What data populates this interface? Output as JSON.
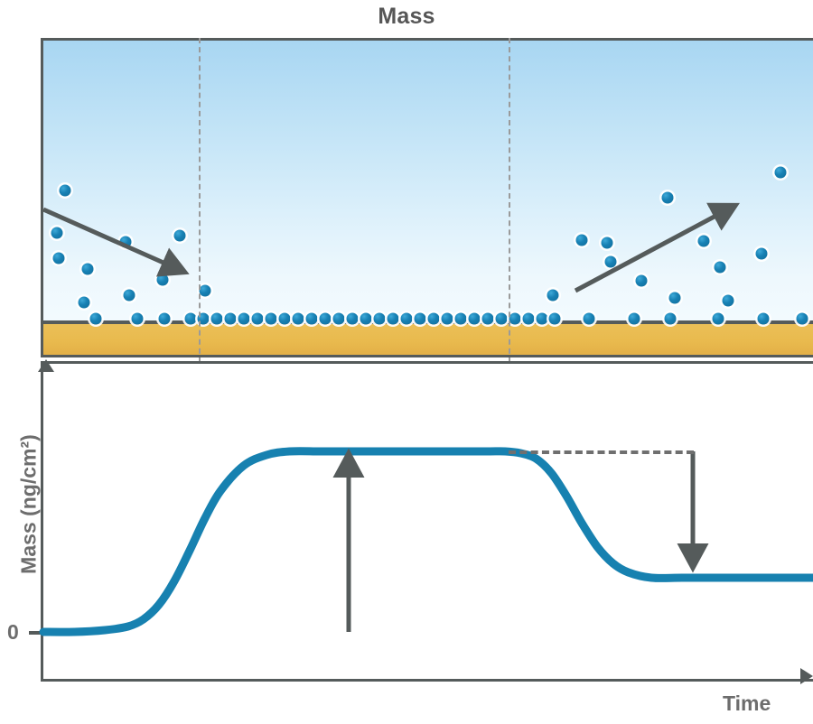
{
  "title": "Mass",
  "axes": {
    "y_label": "Mass (ng/cm²)",
    "y_zero_tick": "0",
    "x_label": "Time"
  },
  "icons": {
    "association_arrow": "arrow-down-right-icon",
    "dissociation_arrow": "arrow-up-right-icon",
    "bound_mass_arrow": "arrow-up-icon",
    "mass_loss_arrow": "arrow-down-icon",
    "y_axis_arrowhead": "arrow-up-icon",
    "x_axis_arrowhead": "arrow-right-icon"
  },
  "colors": {
    "analyte_dot": "#1881b4",
    "sensor_surface": "#e9ba4e",
    "solution_top": "#a8d6f2",
    "solution_bottom": "#f2fafe",
    "curve": "#1781b0",
    "frame": "#555b5b",
    "text": "#6d6d6d",
    "guide_line": "#9a9a9a"
  },
  "phases": {
    "divider_x": [
      220,
      563
    ],
    "baseline_label": "",
    "association_label": "",
    "dissociation_label": ""
  },
  "chart_data": {
    "type": "line",
    "title": "Mass",
    "xlabel": "Time",
    "ylabel": "Mass (ng/cm²)",
    "grid": false,
    "legend": null,
    "ylim": [
      0,
      1.15
    ],
    "xlim": [
      0,
      100
    ],
    "y_ticks": [
      0
    ],
    "y_tick_labels": [
      "0"
    ],
    "annotations": [
      {
        "name": "bound-mass-arrow",
        "type": "arrow-up",
        "x": 40,
        "y_from": 0.03,
        "y_to": 1.0
      },
      {
        "name": "mass-loss-arrow",
        "type": "arrow-down",
        "x": 86,
        "y_from": 1.0,
        "y_to": 0.3
      },
      {
        "name": "plateau-reference",
        "type": "dashed-horizontal",
        "y": 1.0,
        "x_from": 62,
        "x_to": 86
      }
    ],
    "series": [
      {
        "name": "Sensorgram",
        "x": [
          0,
          4,
          8,
          11,
          13,
          15,
          17,
          19,
          21,
          23,
          26,
          29,
          32,
          36,
          40,
          45,
          50,
          55,
          58,
          60,
          62,
          64,
          66,
          68,
          70,
          72,
          74,
          76,
          79,
          83,
          88,
          94,
          100
        ],
        "y": [
          0.0,
          0.0,
          0.01,
          0.03,
          0.07,
          0.15,
          0.28,
          0.45,
          0.63,
          0.78,
          0.92,
          0.98,
          1.0,
          1.0,
          1.0,
          1.0,
          1.0,
          1.0,
          1.0,
          1.0,
          0.99,
          0.96,
          0.88,
          0.75,
          0.6,
          0.47,
          0.38,
          0.33,
          0.3,
          0.3,
          0.3,
          0.3,
          0.3
        ]
      }
    ],
    "regions": [
      {
        "name": "baseline",
        "x_from": 0,
        "x_to": 21
      },
      {
        "name": "association",
        "x_from": 21,
        "x_to": 62
      },
      {
        "name": "dissociation",
        "x_from": 62,
        "x_to": 100
      }
    ]
  },
  "scene": {
    "free_analyte_left": [
      [
        72,
        211
      ],
      [
        63,
        258
      ],
      [
        97,
        298
      ],
      [
        65,
        286
      ],
      [
        143,
        327
      ],
      [
        93,
        335
      ],
      [
        199,
        261
      ],
      [
        227,
        322
      ],
      [
        139,
        268
      ],
      [
        180,
        310
      ]
    ],
    "free_analyte_right": [
      [
        864,
        191
      ],
      [
        739,
        219
      ],
      [
        779,
        267
      ],
      [
        644,
        266
      ],
      [
        676,
        290
      ],
      [
        710,
        311
      ],
      [
        747,
        330
      ],
      [
        797,
        296
      ],
      [
        843,
        281
      ],
      [
        806,
        333
      ],
      [
        612,
        327
      ],
      [
        672,
        269
      ]
    ],
    "bound_left": [
      [
        106,
        353
      ],
      [
        152,
        353
      ],
      [
        182,
        353
      ],
      [
        211,
        353
      ]
    ],
    "bound_dense_start": 225,
    "bound_dense_end": 600,
    "bound_dense_spacing": 15,
    "bound_right": [
      [
        614,
        353
      ],
      [
        652,
        353
      ],
      [
        702,
        353
      ],
      [
        742,
        353
      ],
      [
        795,
        353
      ],
      [
        845,
        353
      ],
      [
        888,
        353
      ]
    ]
  }
}
